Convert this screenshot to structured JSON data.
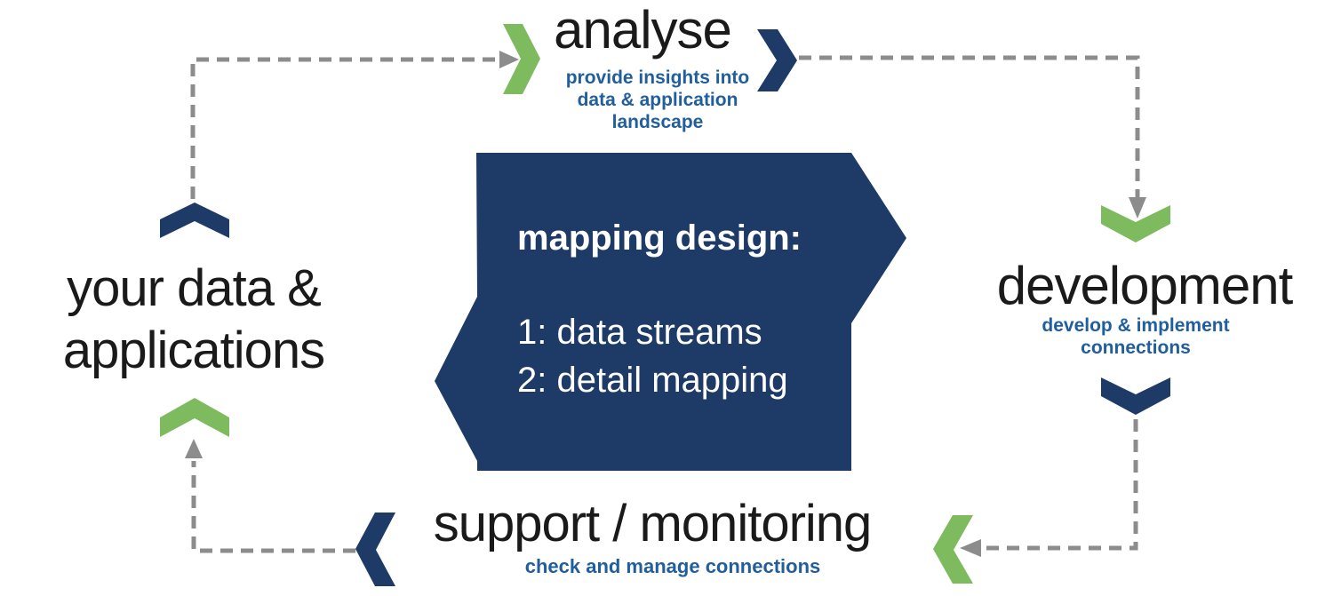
{
  "colors": {
    "navy": "#1e3a66",
    "green": "#7dbb5e",
    "gray": "#8c8c8c",
    "subtitle_blue": "#215e9e",
    "text_black": "#1a1a1a",
    "background": "#ffffff"
  },
  "stages": {
    "source": {
      "lines": [
        "your data &",
        "applications"
      ]
    },
    "analyse": {
      "title": "analyse",
      "subtitle_lines": [
        "provide insights into",
        "data & application",
        "landscape"
      ]
    },
    "development": {
      "title": "development",
      "subtitle_lines": [
        "develop & implement",
        "connections"
      ]
    },
    "support": {
      "title": "support / monitoring",
      "subtitle_lines": [
        "check and manage connections"
      ]
    }
  },
  "center": {
    "title": "mapping design:",
    "items": [
      "1: data streams",
      "2: detail mapping"
    ]
  }
}
